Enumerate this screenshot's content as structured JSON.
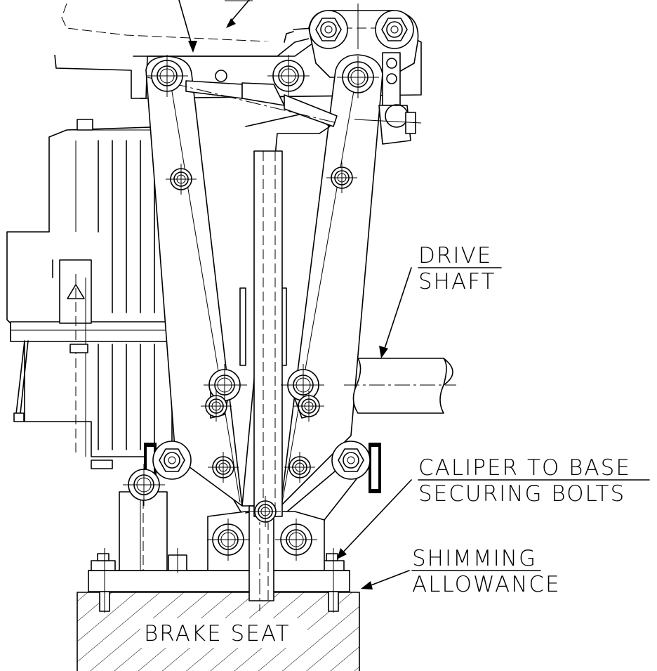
{
  "labels": {
    "drive_shaft_line1": "DRIVE",
    "drive_shaft_line2": "SHAFT",
    "caliper_line1": "CALIPER TO BASE",
    "caliper_line2": "SECURING BOLTS",
    "shimming_line1": "SHIMMING",
    "shimming_line2": "ALLOWANCE",
    "brake_seat": "BRAKE SEAT"
  }
}
